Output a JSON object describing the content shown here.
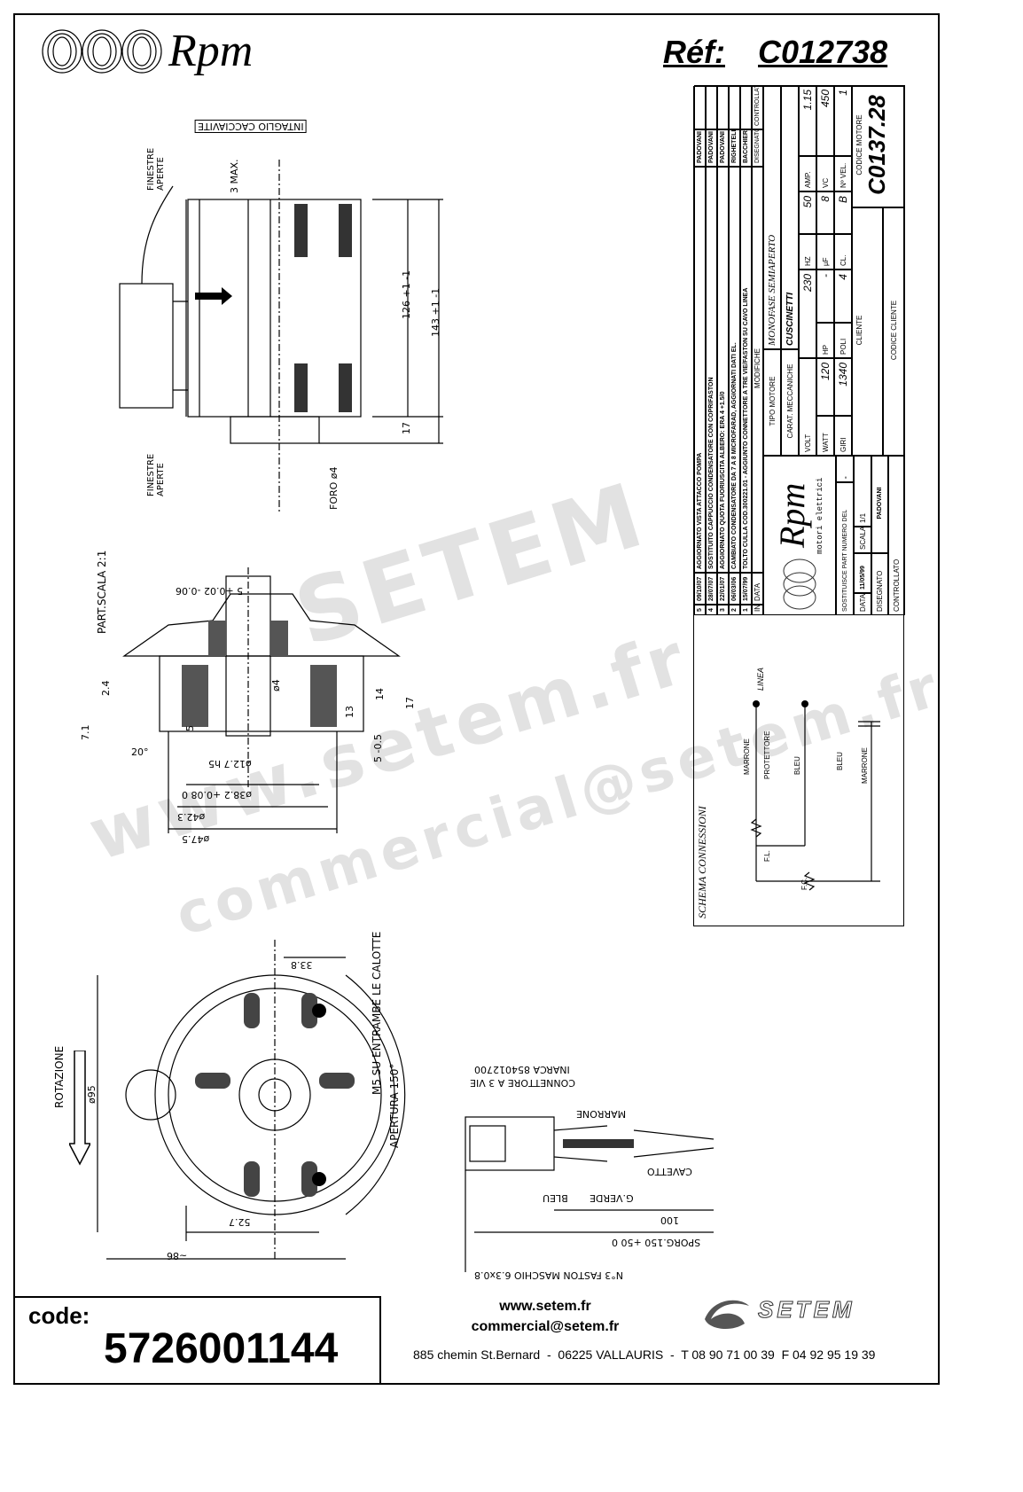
{
  "header": {
    "brand": "Rpm",
    "ref_label": "Réf:",
    "ref_value": "C012738"
  },
  "side_view": {
    "intaglio": "INTAGLIO CACCIAVITE",
    "finestre_top": "FINESTRE APERTE",
    "max": "3 MAX.",
    "dim126": "126 +1 -1",
    "dim143": "143 +1 -1",
    "dim17": "17",
    "finestre_bottom": "FINESTRE APERTE",
    "foro": "FORO ø4"
  },
  "detail": {
    "title": "PART.SCALA 2:1",
    "d5": "5 +0.02 -0.06",
    "d24": "2.4",
    "d71": "7.1",
    "d20": "20°",
    "d5b": "5",
    "d4": "ø4",
    "d13": "13",
    "d14": "14",
    "d17": "17",
    "d505": "5 -0.5",
    "d127": "ø12.7 h5",
    "d382": "ø38.2 +0.08 0",
    "d423": "ø42.3",
    "d475": "ø47.5"
  },
  "front_view": {
    "rotazione": "ROTAZIONE",
    "d95": "ø95",
    "d338": "33.8",
    "m5": "M5 SU ENTRAMBE LE CALOTTE",
    "apertura": "APERTURA 150°",
    "d527": "52.7",
    "d86": "~86"
  },
  "connector": {
    "connettore": "CONNETTORE A 3 VIE",
    "inarca": "INARCA 854012700",
    "marrone": "MARRONE",
    "cavetto": "CAVETTO",
    "gverde": "G.VERDE",
    "bleu": "BLEU",
    "d100": "100",
    "sporg": "SPORG.150 +50 0",
    "faston": "N°3 FASTON MASCHIO 6.3x0.8"
  },
  "schema": {
    "title": "SCHEMA CONNESSIONI",
    "linea": "LINEA",
    "marrone1": "MARRONE",
    "protettore": "PROTETTORE",
    "bleu1": "BLEU",
    "bleu2": "BLEU",
    "marrone2": "MARRONE",
    "fl": "F.L.",
    "fc": "F.C."
  },
  "title_block": {
    "modifiche": [
      {
        "ind": "5",
        "data": "09/10/07",
        "desc": "AGGIORNATO VISTA ATTACCO POMPA",
        "dis": "PADOVANI",
        "ctrl": ""
      },
      {
        "ind": "4",
        "data": "28/07/07",
        "desc": "SOSTITUITO CAPPUCCIO CONDENSATORE CON COPRIFASTON",
        "dis": "PADOVANI",
        "ctrl": ""
      },
      {
        "ind": "3",
        "data": "22/01/07",
        "desc": "AGGIORNATO QUOTA FUORIUSCITA ALBERO: ERA 4 +1.5/0",
        "dis": "PADOVANI",
        "ctrl": ""
      },
      {
        "ind": "2",
        "data": "06/03/06",
        "desc": "CAMBIATO CONDENSATORE DA 7 A 8 MICROFARAD, AGGIORNATI DATI EL.",
        "dis": "RIGHETELLI",
        "ctrl": ""
      },
      {
        "ind": "1",
        "data": "15/07/99",
        "desc": "TOLTO CULLA COD.300221.01 - AGGIUNTO CONNETTORE A TRE VIE/FASTON SU CAVO LINEA",
        "dis": "BACCHIERA",
        "ctrl": ""
      }
    ],
    "hdr": {
      "ind": "IND",
      "data": "DATA",
      "modifiche": "MODIFICHE",
      "dis": "DISEGNATO",
      "ctrl": "CONTROLLATO"
    },
    "logo_text": "Rpm",
    "logo_sub": "motori elettrici",
    "sostituisce": "SOSTITUISCE PART NUMERO DEL",
    "sostituisce_val": "-",
    "data_label": "DATA",
    "data_val": "11/05/99",
    "scala_label": "SCALA",
    "scala_val": "1/1",
    "disegnato_label": "DISEGNATO",
    "disegnato_val": "PADOVANI",
    "controllato_label": "CONTROLLATO",
    "tipo_label": "TIPO MOTORE",
    "tipo_val": "MONOFASE SEMIAPERTO",
    "carat_label": "CARAT. MECCANICHE",
    "carat_val": "CUSCINETTI",
    "volt": "VOLT",
    "volt_v": "230",
    "hz": "HZ",
    "hz_v": "50",
    "amp": "AMP.",
    "amp_v": "1.15",
    "watt": "WATT",
    "watt_v": "120",
    "hp": "HP",
    "hp_v": "-",
    "uf": "µF",
    "uf_v": "8",
    "vc": "VC",
    "vc_v": "450",
    "giri": "GIRI",
    "giri_v": "1340",
    "poli": "POLI",
    "poli_v": "4",
    "cl": "CL.",
    "cl_v": "B",
    "nvel": "Nº VEL.",
    "nvel_v": "1",
    "cliente": "CLIENTE",
    "codice_motore": "CODICE MOTORE",
    "codice_motore_v": "C0137.28",
    "codice_cliente": "CODICE CLIENTE"
  },
  "watermark": {
    "line1": "www.setem.fr",
    "line2": "SETEM",
    "line3": "commercial@setem.fr"
  },
  "footer": {
    "code_label": "code:",
    "code_value": "5726001144",
    "website": "www.setem.fr",
    "email": "commercial@setem.fr",
    "brand": "SETEM",
    "address": "885 chemin St.Bernard  -  06225 VALLAURIS  -  T 08 90 71 00 39  F 04 92 95 19 39"
  }
}
